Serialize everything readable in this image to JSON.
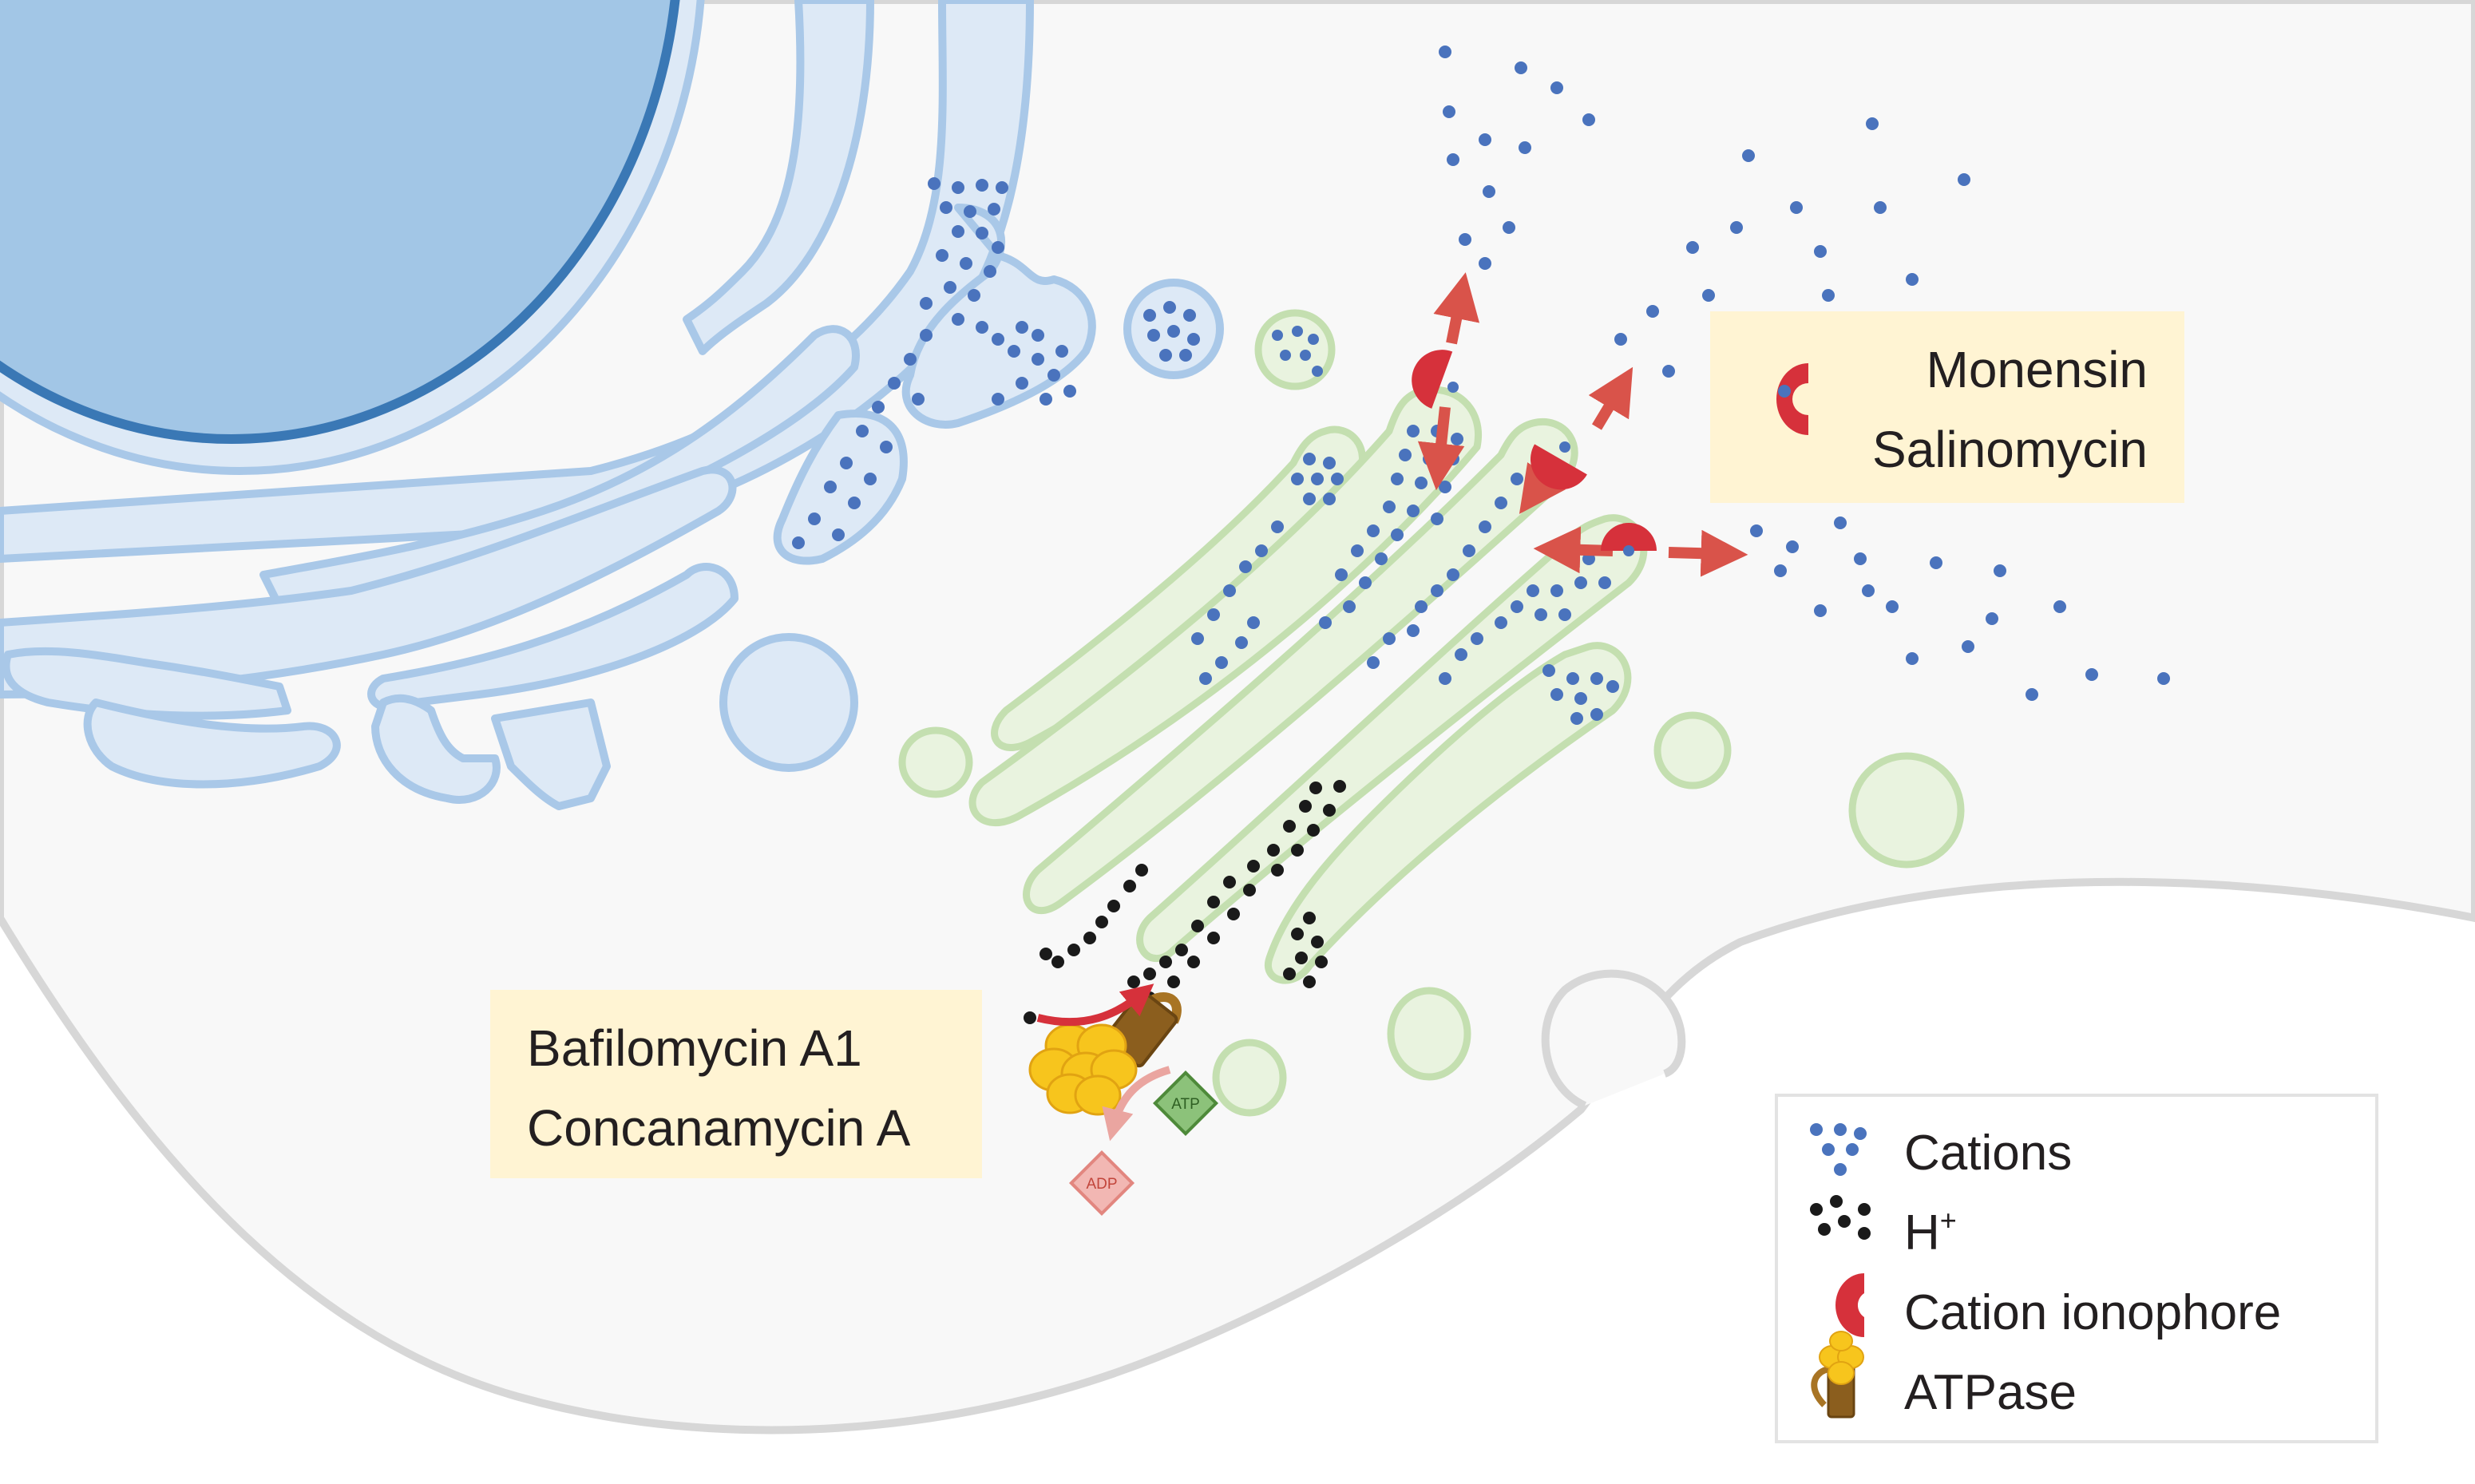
{
  "inhibitor_boxes": {
    "ionophores": {
      "lines": [
        "Monensin",
        "Salinomycin"
      ],
      "fill": "#fff4d3"
    },
    "atpase_inhibitors": {
      "lines": [
        "Bafilomycin A1",
        "Concanamycin A"
      ],
      "fill": "#fff4d3"
    }
  },
  "atpase_labels": {
    "atp": "ATP",
    "adp": "ADP"
  },
  "legend": {
    "items": [
      {
        "label": "Cations",
        "icon": "cation-dots-icon"
      },
      {
        "label": "H",
        "superscript": "+",
        "icon": "proton-dots-icon"
      },
      {
        "label": "Cation ionophore",
        "icon": "ionophore-icon"
      },
      {
        "label": "ATPase",
        "icon": "atpase-icon"
      }
    ]
  },
  "colors": {
    "nucleus": "#a2c6e6",
    "nucleus_edge": "#3a78b5",
    "er_fill": "#dde9f6",
    "er_edge": "#a9c8e8",
    "golgi_fill": "#e9f3df",
    "golgi_edge": "#c4dfb0",
    "cation": "#4a73bd",
    "proton": "#1a1a1a",
    "ionophore": "#d6313b",
    "arrow": "#d9534a",
    "cytoplasm": "#f8f8f8",
    "membrane": "#d7d7d7"
  }
}
